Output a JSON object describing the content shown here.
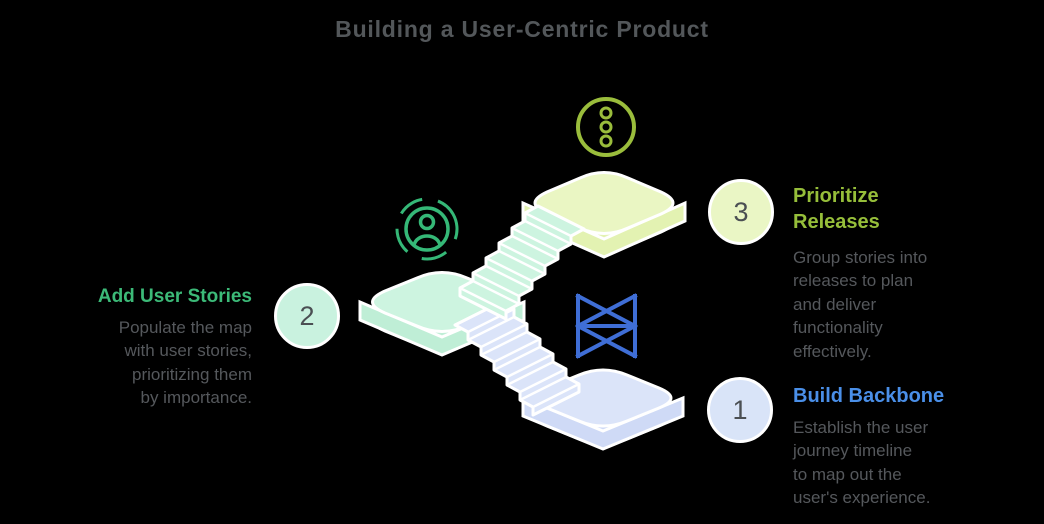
{
  "title": "Building a User-Centric Product",
  "colors": {
    "background": "#000000",
    "title_text": "#53575a",
    "body_text": "#55585c",
    "step1_accent": "#4a8fe8",
    "step2_accent": "#3cba78",
    "step3_accent": "#96be3a",
    "step1_circle_fill": "#d9e4f8",
    "step2_circle_fill": "#c9f2df",
    "step3_circle_fill": "#eaf6c5",
    "platform_blue": "#dbe4f9",
    "platform_mint": "#cdf4e0",
    "platform_yellow": "#eaf6c3",
    "outline_white": "#ffffff",
    "backbone_icon_blue": "#3f6ed6",
    "user_icon_green": "#35b877",
    "menu_dots_icon_green": "#9abd3c"
  },
  "steps": [
    {
      "number": "1",
      "heading": "Build Backbone",
      "description": "Establish the user\njourney timeline\nto map out the\nuser's experience."
    },
    {
      "number": "2",
      "heading": "Add User Stories",
      "description": "Populate the map\nwith user stories,\nprioritizing them\nby importance."
    },
    {
      "number": "3",
      "heading": "Prioritize\nReleases",
      "description": "Group stories into\nreleases to plan\nand deliver\nfunctionality\neffectively."
    }
  ],
  "illustration": {
    "description": "Isometric staircase rising across three rounded platforms",
    "platforms": [
      {
        "name": "backbone-platform",
        "color": "#dbe4f9"
      },
      {
        "name": "story-platform",
        "color": "#cdf4e0"
      },
      {
        "name": "release-platform",
        "color": "#eaf6c3"
      }
    ],
    "icons": [
      {
        "name": "backbone-icon",
        "meaning": "wireframe backbone lattice",
        "color": "#3f6ed6"
      },
      {
        "name": "user-icon",
        "meaning": "person in circle with dashed ring",
        "color": "#35b877"
      },
      {
        "name": "menu-dots-icon",
        "meaning": "circle with three vertical dots",
        "color": "#9abd3c"
      }
    ]
  }
}
